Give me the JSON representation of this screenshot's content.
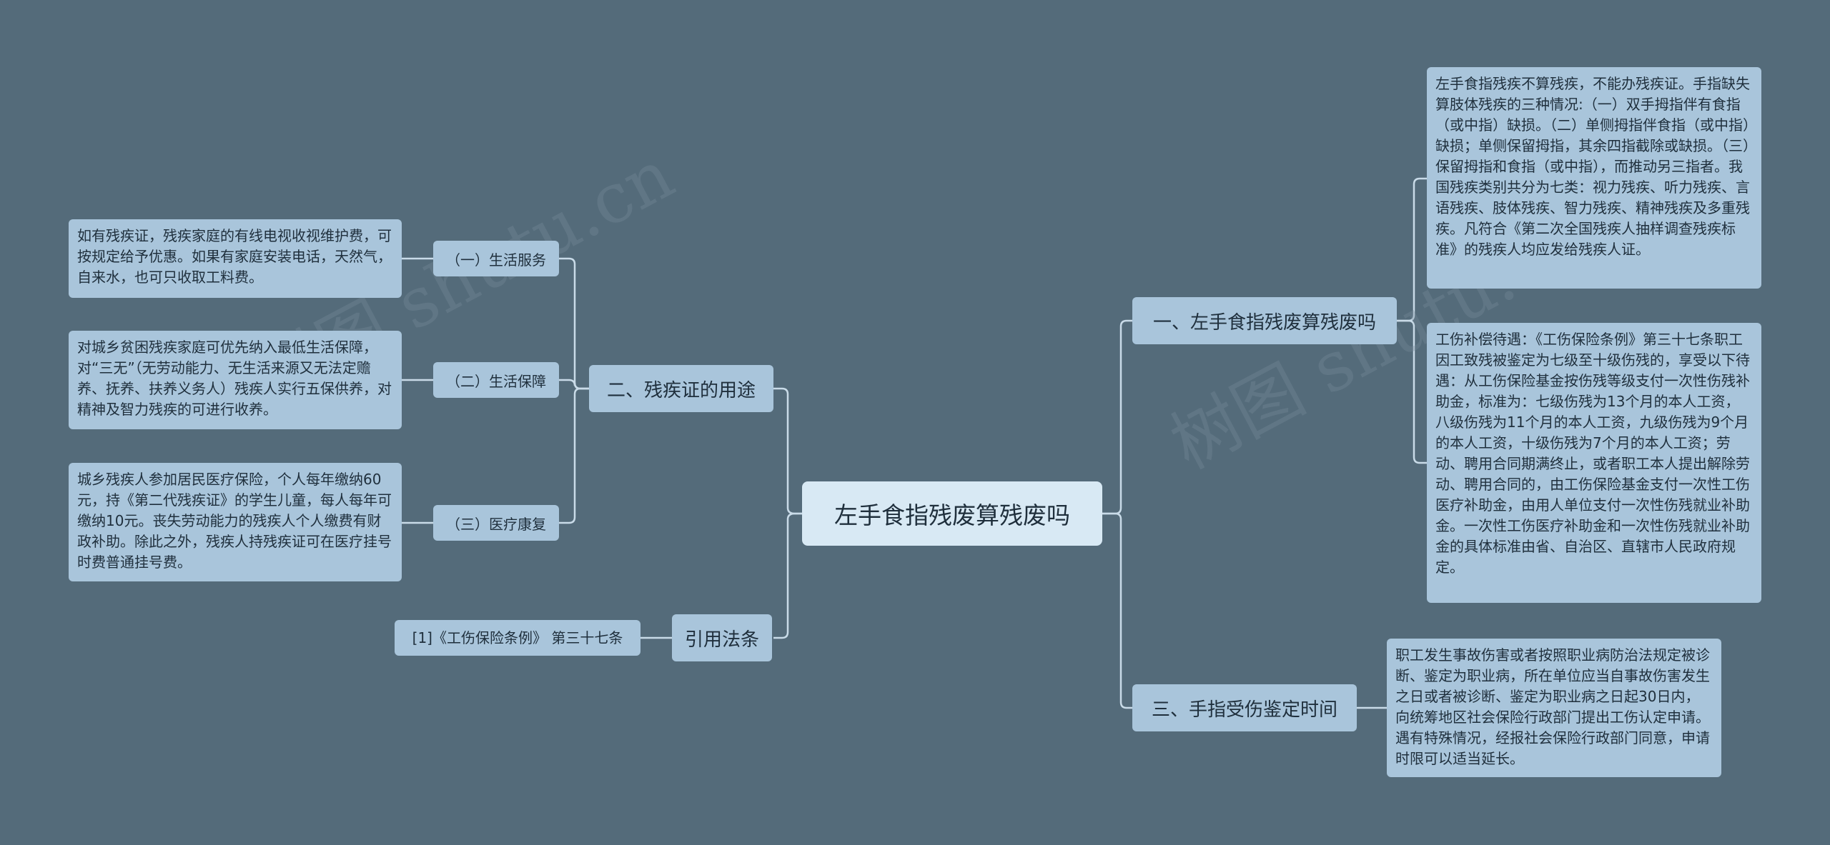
{
  "root": {
    "label": "左手食指残废算残废吗"
  },
  "branches": {
    "b1": {
      "label": "一、左手食指残废算残废吗",
      "leaves": [
        "左手食指残疾不算残疾，不能办残疾证。手指缺失算肢体残疾的三种情况:（一）双手拇指伴有食指（或中指）缺损。（二）单侧拇指伴食指（或中指）缺损；单侧保留拇指，其余四指截除或缺损。（三）保留拇指和食指（或中指），而推动另三指者。我国残疾类别共分为七类：视力残疾、听力残疾、言语残疾、肢体残疾、智力残疾、精神残疾及多重残疾。凡符合《第二次全国残疾人抽样调查残疾标准》的残疾人均应发给残疾人证。",
        "工伤补偿待遇：《工伤保险条例》第三十七条职工因工致残被鉴定为七级至十级伤残的，享受以下待遇：从工伤保险基金按伤残等级支付一次性伤残补助金，标准为：七级伤残为13个月的本人工资，八级伤残为11个月的本人工资，九级伤残为9个月的本人工资，十级伤残为7个月的本人工资；劳动、聘用合同期满终止，或者职工本人提出解除劳动、聘用合同的，由工伤保险基金支付一次性工伤医疗补助金，由用人单位支付一次性伤残就业补助金。一次性工伤医疗补助金和一次性伤残就业补助金的具体标准由省、自治区、直辖市人民政府规定。"
      ]
    },
    "b3": {
      "label": "三、手指受伤鉴定时间",
      "leaves": [
        "职工发生事故伤害或者按照职业病防治法规定被诊断、鉴定为职业病，所在单位应当自事故伤害发生之日或者被诊断、鉴定为职业病之日起30日内，向统筹地区社会保险行政部门提出工伤认定申请。遇有特殊情况，经报社会保险行政部门同意，申请时限可以适当延长。"
      ]
    },
    "b2": {
      "label": "二、残疾证的用途",
      "subs": [
        {
          "label": "（一）生活服务",
          "leaf": "如有残疾证，残疾家庭的有线电视收视维护费，可按规定给予优惠。如果有家庭安装电话，天然气，自来水，也可只收取工料费。"
        },
        {
          "label": "（二）生活保障",
          "leaf": "对城乡贫困残疾家庭可优先纳入最低生活保障，对“三无”（无劳动能力、无生活来源又无法定赡养、抚养、扶养义务人）残疾人实行五保供养，对精神及智力残疾的可进行收养。"
        },
        {
          "label": "（三）医疗康复",
          "leaf": "城乡残疾人参加居民医疗保险，个人每年缴纳60元，持《第二代残疾证》的学生儿童，每人每年可缴纳10元。丧失劳动能力的残疾人个人缴费有财政补助。除此之外，残疾人持残疾证可在医疗挂号时费普通挂号费。"
        }
      ]
    },
    "b4": {
      "label": "引用法条",
      "leaves": [
        "[1]《工伤保险条例》 第三十七条"
      ]
    }
  },
  "watermarks": [
    "树图 shutu.cn",
    "树图 shutu.cn"
  ],
  "colors": {
    "background": "#546b7a",
    "node": "#a9c5db",
    "root": "#d8e9f4",
    "line": "#c9dbe8"
  }
}
